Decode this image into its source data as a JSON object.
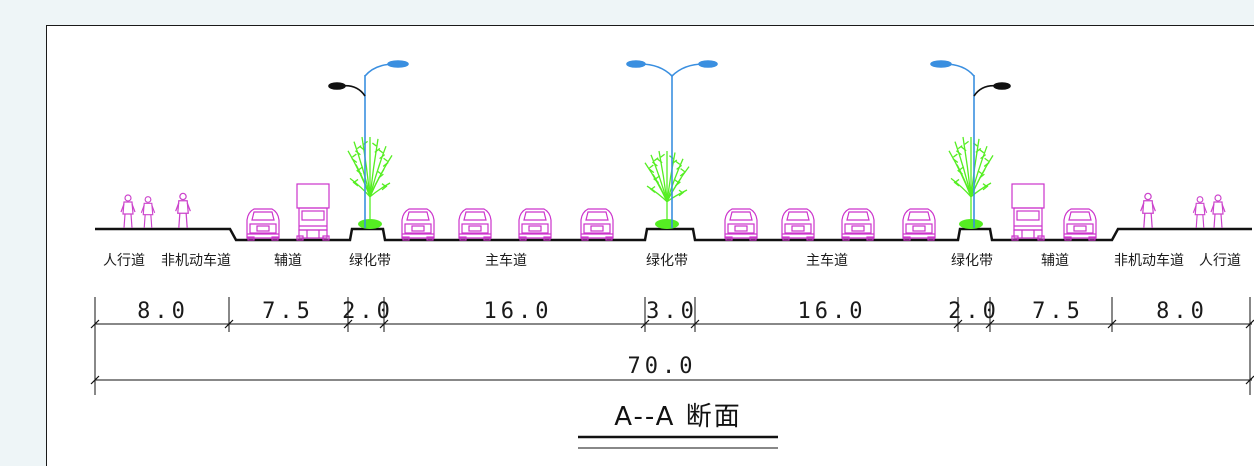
{
  "section_title": "A--A 断面",
  "zone_labels": {
    "sidewalk_left": "人行道",
    "bike_left": "非机动车道",
    "aux_left": "辅道",
    "green_left": "绿化带",
    "main_left": "主车道",
    "green_center": "绿化带",
    "main_right": "主车道",
    "green_right": "绿化带",
    "aux_right": "辅道",
    "bike_right": "非机动车道",
    "sidewalk_right": "人行道"
  },
  "widths": {
    "sidewalk_bike_left": "8.0",
    "aux_left": "7.5",
    "green_left": "2.0",
    "main_left": "16.0",
    "green_center": "3.0",
    "main_right": "16.0",
    "green_right": "2.0",
    "aux_right": "7.5",
    "sidewalk_bike_right": "8.0",
    "total": "70.0"
  },
  "colors": {
    "outline": "#111111",
    "vehicle": "#cc33cc",
    "tree": "#55ee22",
    "lamp": "#3a8fe0",
    "pedestrian": "#cc44cc"
  }
}
